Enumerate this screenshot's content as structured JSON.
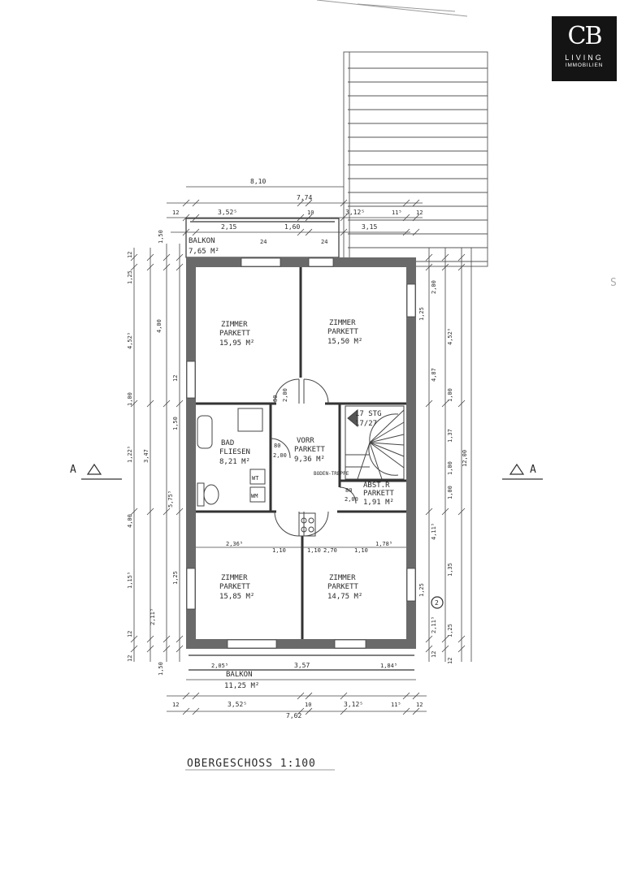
{
  "logo": {
    "monogram": "CB",
    "line1": "LIVING",
    "line2": "IMMOBILIEN"
  },
  "title": "OBERGESCHOSS 1:100",
  "section_marks": [
    "A",
    "A"
  ],
  "margin_mark": "S",
  "rooms": {
    "zimmer_nw": {
      "name": "ZIMMER",
      "floor": "PARKETT",
      "area": "15,95 M²"
    },
    "zimmer_ne": {
      "name": "ZIMMER",
      "floor": "PARKETT",
      "area": "15,50 M²"
    },
    "zimmer_sw": {
      "name": "ZIMMER",
      "floor": "PARKETT",
      "area": "15,85 M²"
    },
    "zimmer_se": {
      "name": "ZIMMER",
      "floor": "PARKETT",
      "area": "14,75 M²"
    },
    "bad": {
      "name": "BAD",
      "floor": "FLIESEN",
      "area": "8,21 M²"
    },
    "vorr": {
      "name": "VORR",
      "floor": "PARKETT",
      "area": "9,36 M²"
    },
    "abst": {
      "name": "ABST.R",
      "floor": "PARKETT",
      "area": "1,91 M²"
    },
    "balkon_top": {
      "name": "BALKON",
      "area": "7,65 M²"
    },
    "balkon_bottom": {
      "name": "BALKON",
      "area": "11,25 M²"
    }
  },
  "labels": {
    "stairs": "17 STG",
    "stairs_ratio": "17/27",
    "boden_treppe": "BODEN-TREPPE",
    "wt": "WT",
    "wm": "WM",
    "door_80": "80",
    "door_200": "2,00",
    "door_200b": "2,00",
    "door_80b": "80",
    "door_200c": "2,00",
    "door_80c": "80",
    "circle": "2"
  },
  "dimensions": {
    "top": [
      "8,10",
      "7,74",
      "12",
      "3,52⁵",
      "10",
      "3,12⁵",
      "11⁵",
      "12",
      "2,15",
      "1,60",
      "3,15",
      "24",
      "24"
    ],
    "bottom": [
      "2,05⁵",
      "3,57",
      "1,84⁵",
      "12",
      "3,52⁵",
      "10",
      "3,12⁵",
      "11⁵",
      "12",
      "7,62"
    ],
    "left": [
      "1,50",
      "12",
      "1,25",
      "4,00",
      "4,52⁵",
      "12",
      "1,00",
      "1,50",
      "3,47",
      "1,22⁵",
      "5,75⁵",
      "4,00",
      "1,25",
      "2,11⁵",
      "12",
      "1,50",
      "1,15⁵",
      "12"
    ],
    "right": [
      "2,00",
      "1,25",
      "4,52⁵",
      "4,87",
      "1,00",
      "1,37",
      "12,00",
      "1,00",
      "1,00",
      "4,11⁵",
      "1,35",
      "1,25",
      "2,11⁵",
      "1,25",
      "12",
      "12"
    ],
    "inner": [
      "2,36⁵",
      "1,10",
      "2,70",
      "1,10",
      "1,78⁵",
      "1,10"
    ]
  }
}
